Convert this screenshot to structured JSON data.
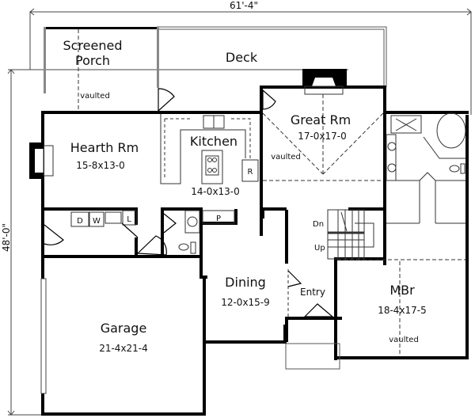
{
  "plan": {
    "overall_width": "61'-4\"",
    "overall_depth": "48'-0\"",
    "colors": {
      "wall": "#000000",
      "line": "#444444",
      "background": "#ffffff"
    }
  },
  "rooms": {
    "screened_porch": {
      "name_line1": "Screened",
      "name_line2": "Porch",
      "note": "vaulted"
    },
    "deck": {
      "name": "Deck"
    },
    "hearth_rm": {
      "name": "Hearth Rm",
      "size": "15-8x13-0"
    },
    "kitchen": {
      "name": "Kitchen",
      "size": "14-0x13-0",
      "fridge_label": "R"
    },
    "great_rm": {
      "name": "Great Rm",
      "size": "17-0x17-0",
      "note": "vaulted"
    },
    "laundry": {
      "dryer_label": "D",
      "washer_label": "W",
      "linen_label": "L"
    },
    "pantry": {
      "label": "P"
    },
    "stairs": {
      "down_label": "Dn",
      "up_label": "Up"
    },
    "dining": {
      "name": "Dining",
      "size": "12-0x15-9"
    },
    "entry": {
      "name": "Entry"
    },
    "mbr": {
      "name": "MBr",
      "size": "18-4x17-5",
      "note": "vaulted"
    },
    "garage": {
      "name": "Garage",
      "size": "21-4x21-4"
    }
  }
}
